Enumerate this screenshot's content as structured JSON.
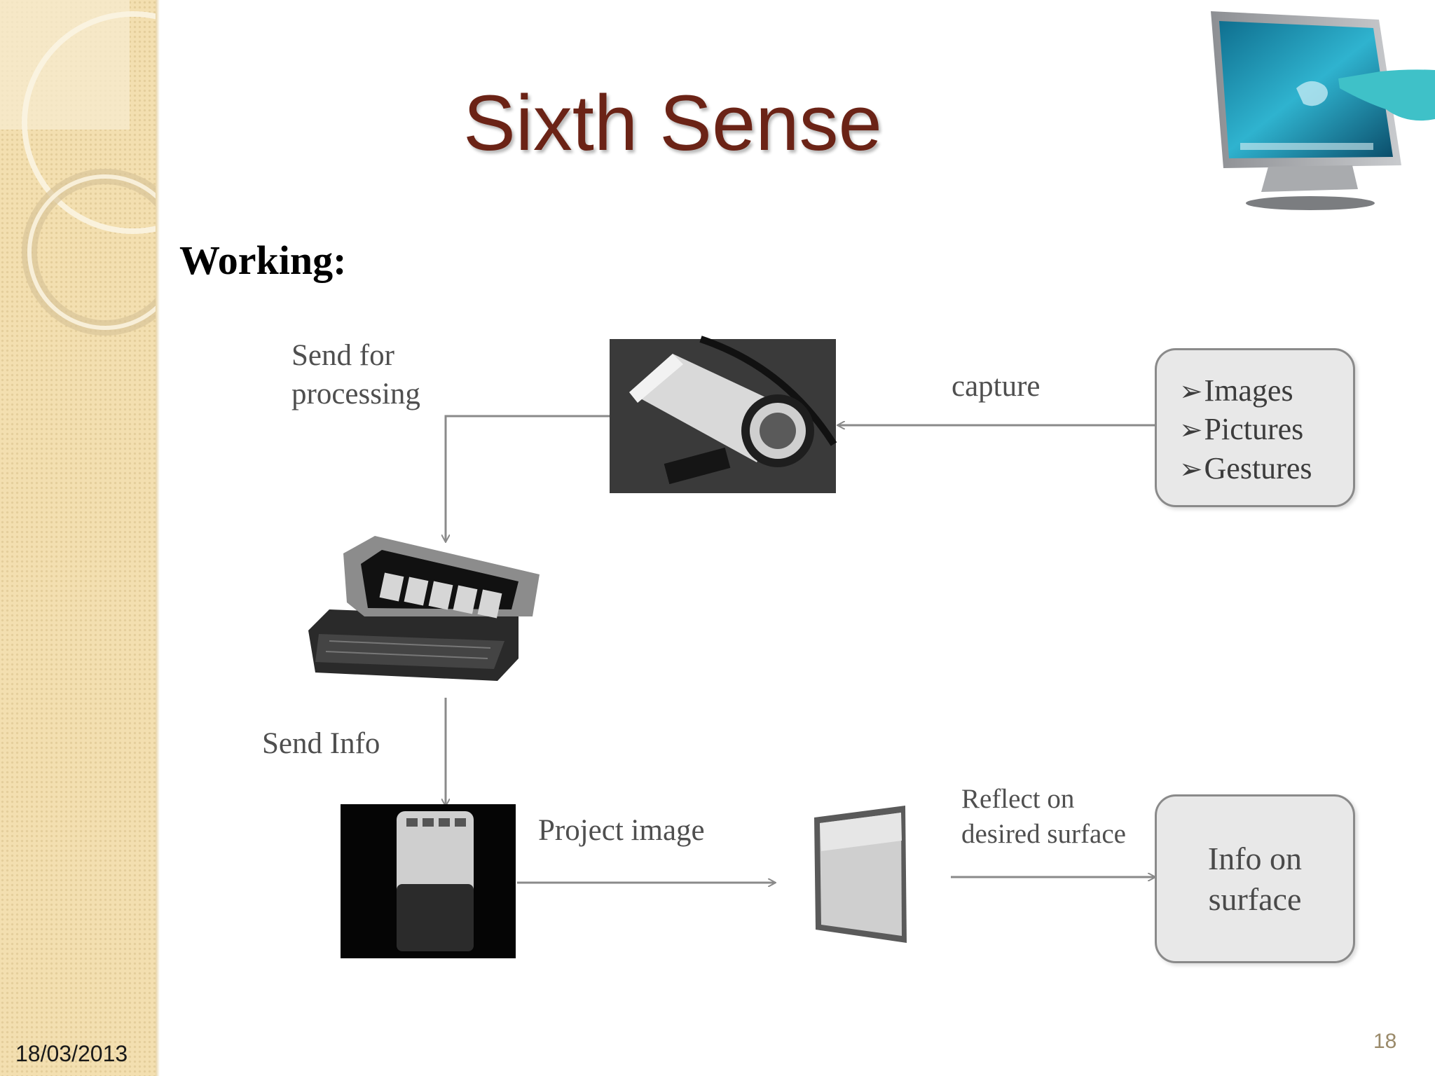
{
  "slide": {
    "title": "Sixth Sense",
    "subheading": "Working:",
    "footer_date": "18/03/2013",
    "page_number": "18"
  },
  "diagram": {
    "labels": {
      "send_for_processing": [
        "Send for",
        "processing"
      ],
      "capture": "capture",
      "send_info": "Send Info",
      "project_image": "Project image",
      "reflect_on": [
        "Reflect on",
        "desired surface"
      ]
    },
    "input_box": {
      "bullet": "➢",
      "items": [
        "Images",
        "Pictures",
        "Gestures"
      ]
    },
    "output_box": [
      "Info on",
      "surface"
    ]
  },
  "colors": {
    "title": "#6b2316",
    "sidebar": "#f3dfb0",
    "box_fill": "#e8e8e8",
    "arrow": "#8a8a8a"
  }
}
